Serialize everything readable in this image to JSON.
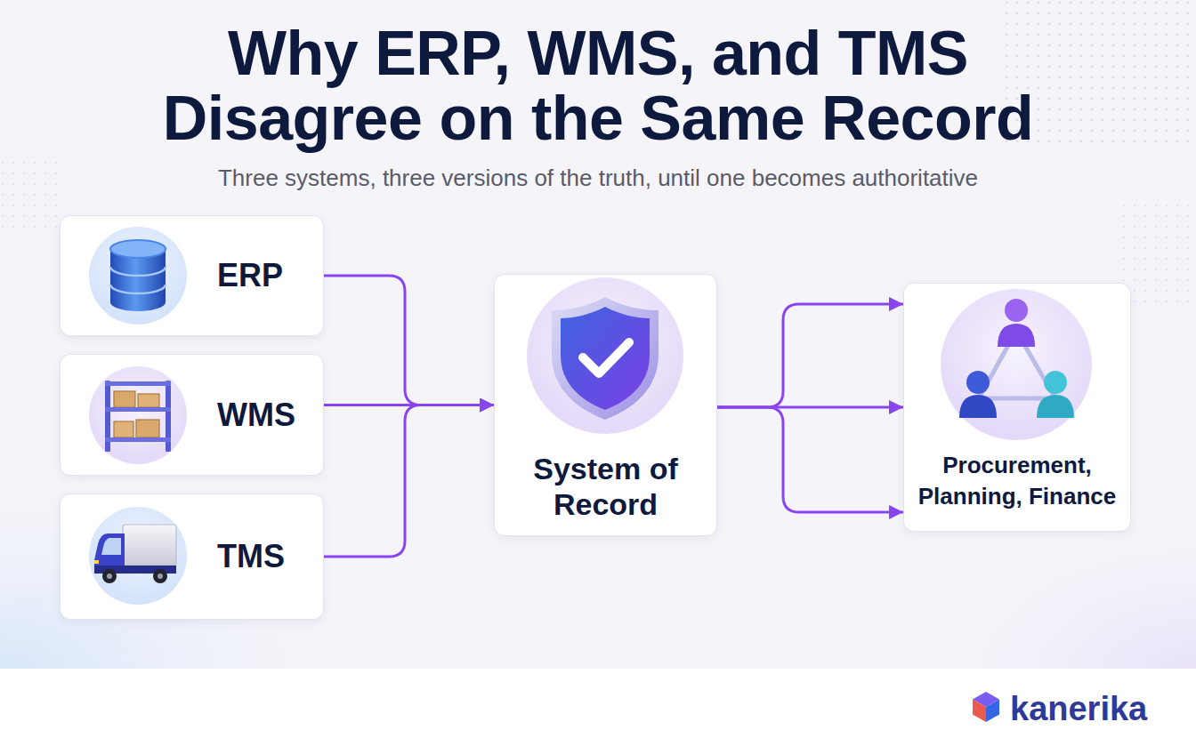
{
  "diagram": {
    "title": "Why ERP, WMS, and TMS Disagree on the Same Record",
    "caption": "Three systems, three versions of the truth, until one becomes authoritative",
    "nodes": [
      {
        "text": [
          "ERP"
        ]
      },
      {
        "text": [
          "WMS"
        ]
      },
      {
        "text": [
          "TMS"
        ]
      },
      {
        "text": [
          "System of Record"
        ]
      },
      {
        "text": [
          "Procurement, Planning, Finance"
        ]
      }
    ],
    "edges": [
      {
        "from": 0,
        "to": 3,
        "arrow": "to"
      },
      {
        "from": 1,
        "to": 3,
        "arrow": "to"
      },
      {
        "from": 2,
        "to": 3,
        "arrow": "to"
      },
      {
        "from": 3,
        "to": 4,
        "arrow": "to"
      }
    ],
    "labels": [
      "kanerika"
    ]
  }
}
